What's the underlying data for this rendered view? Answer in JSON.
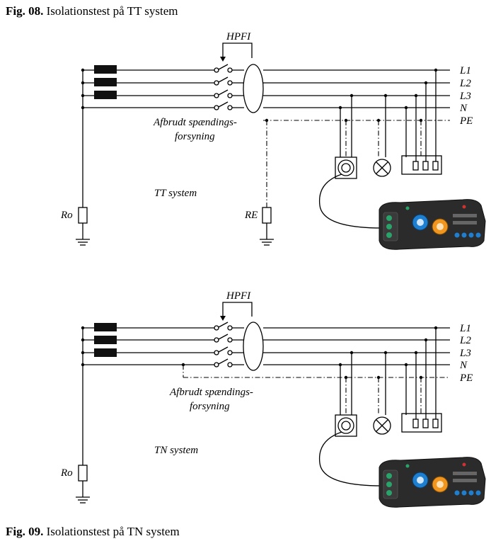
{
  "captions": {
    "top": {
      "fig": "Fig. 08.",
      "text": " Isolationstest på TT system"
    },
    "bottom": {
      "fig": "Fig. 09.",
      "text": " Isolationstest på TN system"
    }
  },
  "diagram_top": {
    "hpfi_label": "HPFI",
    "line_labels": [
      "L1",
      "L2",
      "L3",
      "N",
      "PE"
    ],
    "interrupt_label_1": "Afbrudt spændings-",
    "interrupt_label_2": "forsyning",
    "system_label": "TT system",
    "ro_label": "Ro",
    "re_label": "RE"
  },
  "diagram_bottom": {
    "hpfi_label": "HPFI",
    "line_labels": [
      "L1",
      "L2",
      "L3",
      "N",
      "PE"
    ],
    "interrupt_label_1": "Afbrudt spændings-",
    "interrupt_label_2": "forsyning",
    "system_label": "TN system",
    "ro_label": "Ro"
  },
  "colors": {
    "line": "#000000",
    "tester_body": "#2b2b2b",
    "tester_blue": "#1e7fd0",
    "tester_orange": "#f0961e",
    "tester_green": "#2aa36b"
  }
}
